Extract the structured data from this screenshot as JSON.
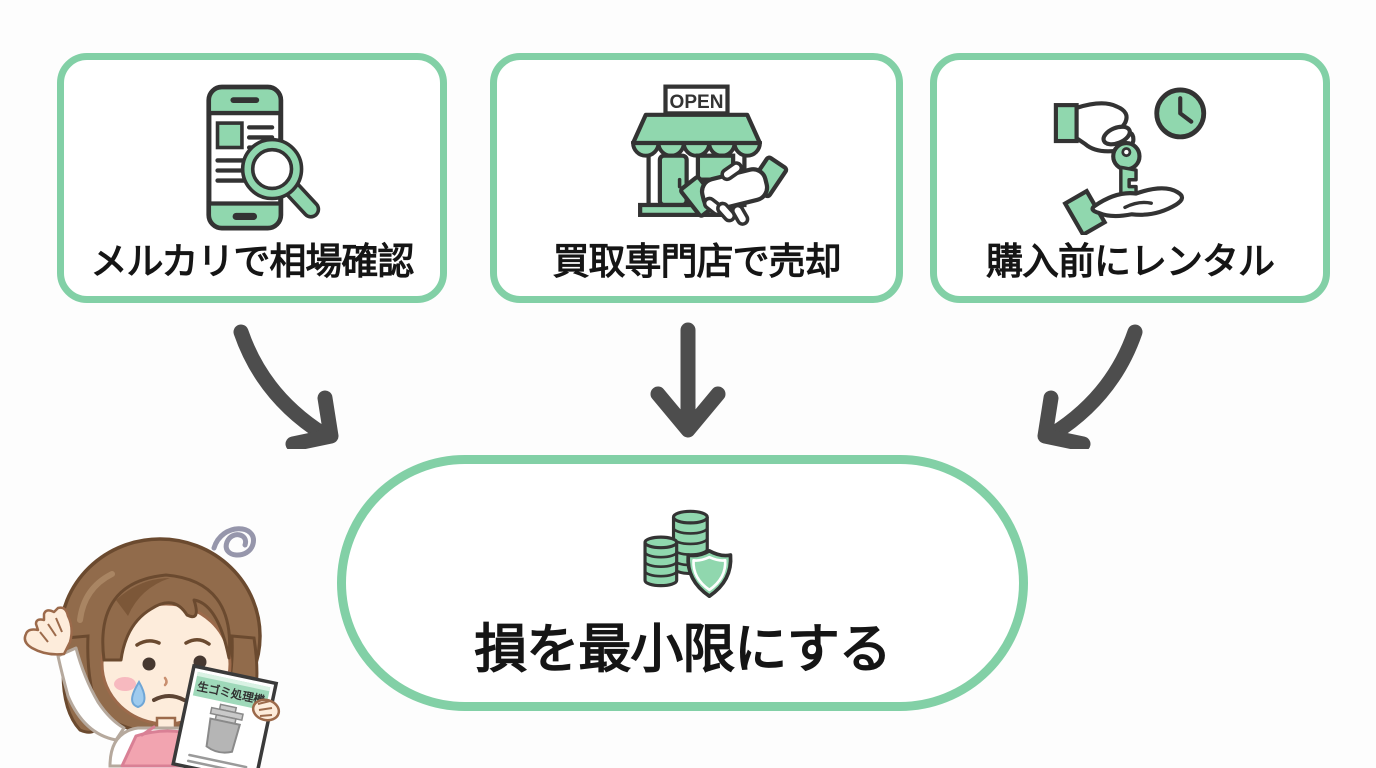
{
  "colors": {
    "green_border": "#82d0a6",
    "icon_green": "#90d7ae",
    "outline_dark": "#333333",
    "arrow_gray": "#4d4d4d",
    "text": "#151515",
    "apron_pink": "#f2a4b0",
    "hair_brown": "#916b4b",
    "skin": "#fdecdb"
  },
  "cards": [
    {
      "label": "メルカリで相場確認",
      "icon": "smartphone-price-search-icon"
    },
    {
      "label": "買取専門店で売却",
      "icon": "buyback-store-handshake-icon",
      "sign": "OPEN"
    },
    {
      "label": "購入前にレンタル",
      "icon": "rental-key-clock-icon"
    }
  ],
  "result": {
    "label": "損を最小限にする",
    "icon": "money-protection-icon"
  },
  "character": {
    "icon": "worried-woman-with-brochure",
    "pamphlet_title": "生ゴミ処理機"
  }
}
